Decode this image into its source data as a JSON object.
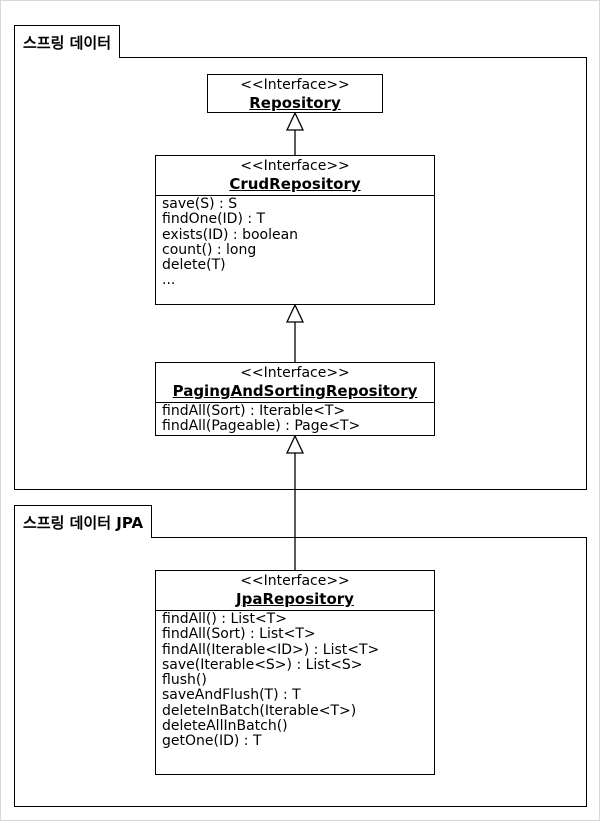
{
  "frames": {
    "spring_data": {
      "label": "스프링 데이터"
    },
    "spring_data_jpa": {
      "label": "스프링 데이터 JPA"
    }
  },
  "repository": {
    "stereotype": "<<Interface>>",
    "name": "Repository"
  },
  "crud_repository": {
    "stereotype": "<<Interface>>",
    "name": "CrudRepository",
    "methods": [
      "save(S) : S",
      "findOne(ID) : T",
      "exists(ID) : boolean",
      "count() : long",
      "delete(T)",
      "..."
    ]
  },
  "paging_repository": {
    "stereotype": "<<Interface>>",
    "name": "PagingAndSortingRepository",
    "methods": [
      "findAll(Sort) : Iterable<T>",
      "findAll(Pageable) : Page<T>"
    ]
  },
  "jpa_repository": {
    "stereotype": "<<Interface>>",
    "name": "JpaRepository",
    "methods": [
      "findAll() : List<T>",
      "findAll(Sort) : List<T>",
      "findAll(Iterable<ID>) : List<T>",
      "save(Iterable<S>) : List<S>",
      "flush()",
      "saveAndFlush(T) : T",
      "deleteInBatch(Iterable<T>)",
      "deleteAllInBatch()",
      "getOne(ID) : T"
    ]
  }
}
